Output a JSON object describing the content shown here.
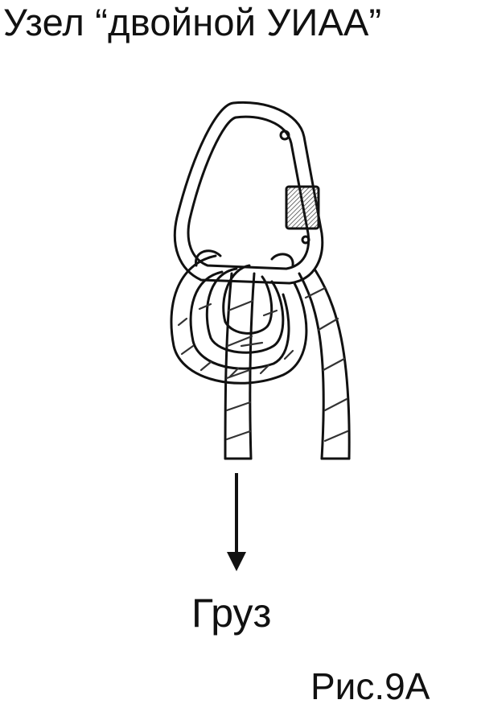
{
  "title": "Узел “двойной УИАА”",
  "load_label": "Груз",
  "figure_label": "Рис.9А",
  "colors": {
    "ink": "#111111",
    "background": "#ffffff",
    "shading": "#444444"
  },
  "icons": [
    "carabiner-icon",
    "rope-knot-icon",
    "down-arrow-icon"
  ]
}
